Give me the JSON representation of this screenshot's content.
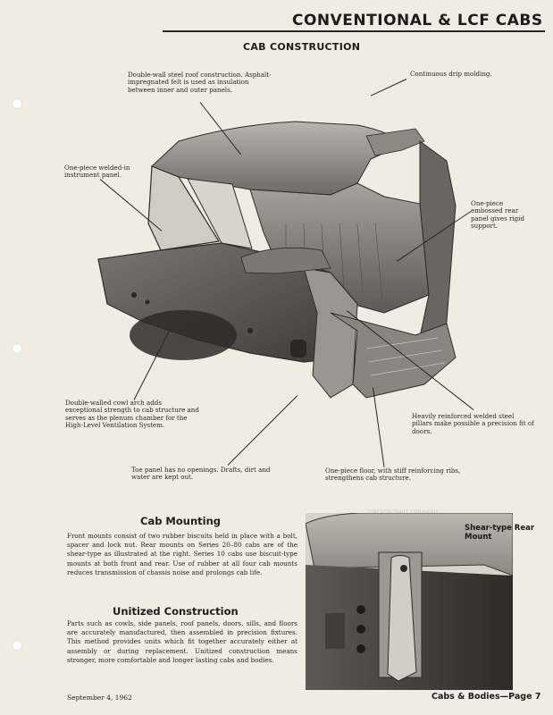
{
  "header": {
    "title": "CONVENTIONAL & LCF CABS"
  },
  "section": {
    "title": "CAB CONSTRUCTION"
  },
  "callouts": {
    "roof": "Double-wall steel roof construction. Asphalt-impregnated felt is used as insulation between inner and outer panels.",
    "drip": "Continuous drip molding.",
    "instrument": "One-piece welded-in instrument panel.",
    "rear_panel": "One-piece embossed rear panel gives rigid support.",
    "cowl": "Double-walled cowl arch adds exceptional strength to cab structure and serves as the plenum chamber for the High-Level Ventilation System.",
    "pillars": "Heavily reinforced welded steel pillars make possible a precision fit of doors.",
    "toe_panel": "Toe panel has no openings. Drafts, dirt and water are kept out.",
    "floor": "One-piece floor, with stiff reinforcing ribs, strengthens cab structure."
  },
  "mounting": {
    "heading": "Cab Mounting",
    "body": "Front mounts consist of two rubber biscuits held in place with a bolt, spacer and lock nut. Rear mounts on Series 20–80 cabs are of the shear-type as illustrated at the right. Series 10 cabs use biscuit-type mounts at both front and rear. Use of rubber at all four cab mounts reduces transmission of chassis noise and prolongs cab life.",
    "photo_label": "Shear-type Rear Mount"
  },
  "unitized": {
    "heading": "Unitized Construction",
    "body": "Parts such as cowls, side panels, roof panels, doors, sills, and floors are accurately manufactured, then assembled in precision fixtures. This method provides units which fit together accurately either at assembly or during replacement. Unitized construction means stronger, more comfortable and longer lasting cabs and bodies."
  },
  "footer": {
    "date": "September 4, 1962",
    "page": "Cabs & Bodies—Page 7"
  },
  "colors": {
    "paper": "#f1ece3",
    "ink": "#2a2623",
    "metal": "#8a8580"
  }
}
